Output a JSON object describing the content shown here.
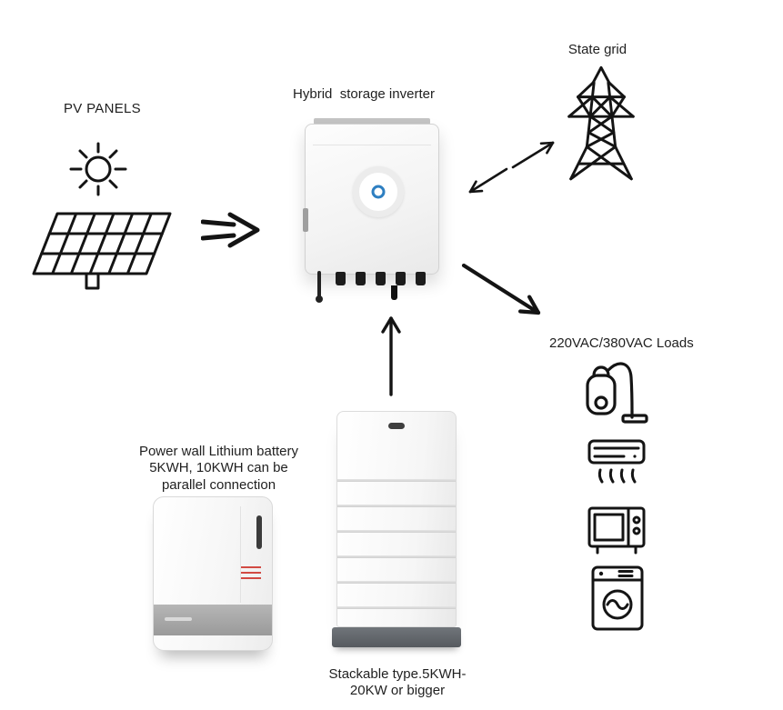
{
  "colors": {
    "line": "#141414",
    "text": "#1f1f1f",
    "device_border": "#d2d2d2",
    "powerwall_band": "#9a9a9a",
    "stack_base": "#5d6166",
    "logo_blue": "#2e7fc1",
    "warning_red": "#d24a43"
  },
  "nodes": {
    "pv": {
      "label": "PV PANELS",
      "icons": [
        "sun-icon",
        "solar-panel-icon"
      ]
    },
    "inverter": {
      "label": "Hybrid  storage inverter"
    },
    "grid": {
      "label": "State grid",
      "icon": "transmission-tower-icon"
    },
    "loads": {
      "label": "220VAC/380VAC Loads",
      "icons": [
        "vacuum-cleaner-icon",
        "air-conditioner-icon",
        "microwave-icon",
        "washing-machine-icon"
      ]
    },
    "powerwall": {
      "label": "Power wall Lithium battery\n5KWH, 10KWH can be\nparallel connection"
    },
    "stackable": {
      "label": "Stackable type.5KWH-\n20KW or bigger"
    }
  },
  "connections": [
    {
      "id": "pv-to-inverter",
      "type": "double-chevron-arrow",
      "direction": "right"
    },
    {
      "id": "inverter-to-grid",
      "type": "line-arrow",
      "direction": "up-right"
    },
    {
      "id": "grid-to-inverter",
      "type": "line-arrow",
      "direction": "down-left"
    },
    {
      "id": "inverter-to-loads",
      "type": "line-arrow",
      "direction": "down-right"
    },
    {
      "id": "battery-to-inverter",
      "type": "line-arrow",
      "direction": "up"
    }
  ]
}
